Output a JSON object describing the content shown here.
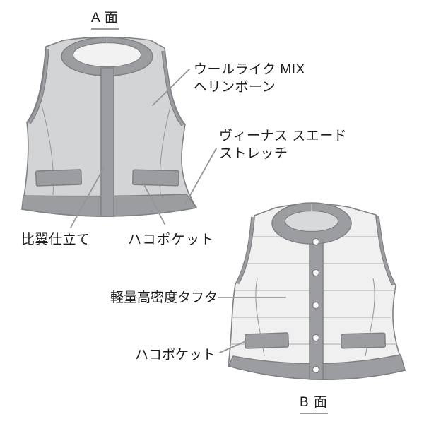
{
  "diagram": {
    "side_a": {
      "title": "A 面"
    },
    "side_b": {
      "title": "B 面"
    },
    "annotations": {
      "wool": {
        "line1": "ウールライク MIX",
        "line2": "ヘリンボーン"
      },
      "venus": {
        "line1": "ヴィーナス スエード",
        "line2": "ストレッチ"
      },
      "hiyoku": {
        "label": "比翼仕立て"
      },
      "hako_a": {
        "label": "ハコポケット"
      },
      "taffeta": {
        "label": "軽量高密度タフタ"
      },
      "hako_b": {
        "label": "ハコポケット"
      }
    },
    "colors": {
      "background": "#ffffff",
      "vest_a_body": "#d3d4d6",
      "vest_b_body": "#f0f0f1",
      "trim": "#9c9da0",
      "outline": "#7f8184",
      "vest_a_inner_neck": "#f2f2f3",
      "vest_b_inner_neck": "#d8d9da",
      "quilt_line": "#b6b7b9",
      "leader_line": "#95979a",
      "snap": "#fdfdfd",
      "text": "#1d1d1d",
      "title_underline": "#9b9b9b"
    }
  }
}
